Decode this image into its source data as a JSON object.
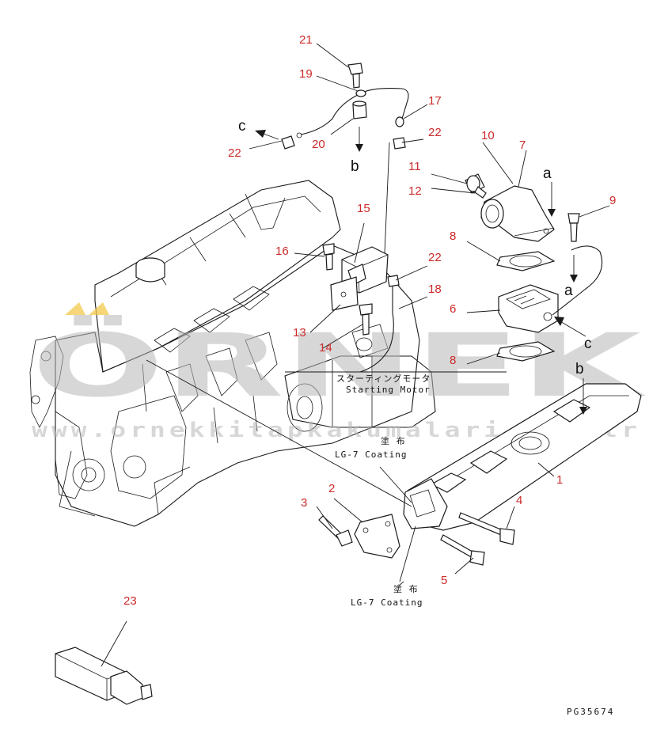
{
  "callouts": {
    "n1": "1",
    "n2": "2",
    "n3": "3",
    "n4": "4",
    "n5": "5",
    "n6": "6",
    "n7": "7",
    "n8a": "8",
    "n8b": "8",
    "n9": "9",
    "n10": "10",
    "n11": "11",
    "n12": "12",
    "n13": "13",
    "n14": "14",
    "n15": "15",
    "n16": "16",
    "n17": "17",
    "n18": "18",
    "n19": "19",
    "n20": "20",
    "n21": "21",
    "n22a": "22",
    "n22b": "22",
    "n22c": "22",
    "n23": "23"
  },
  "letters": {
    "c_top": "c",
    "c_right": "c",
    "b_top": "b",
    "b_right": "b",
    "a_top": "a",
    "a_right": "a"
  },
  "notes": {
    "coating_jp_1": "塗 布",
    "coating_en_1": "LG-7 Coating",
    "coating_jp_2": "塗 布",
    "coating_en_2": "LG-7 Coating",
    "starting_motor_jp": "スターティングモータ",
    "starting_motor_en": "Starting Motor",
    "drawing_code": "PG35674"
  },
  "watermark": {
    "brand": "ÖRNEK",
    "url": "www.ornekkitapkakumalari.com.tr"
  },
  "colors": {
    "callout": "#cc2b2b",
    "linework": "#1a1a1a",
    "watermark": "#b8b8b8",
    "watermark_accent": "#f2c94c"
  }
}
